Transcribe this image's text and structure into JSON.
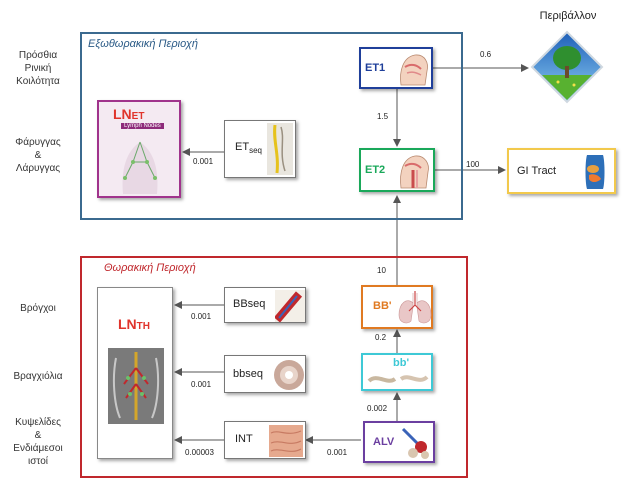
{
  "environment": {
    "label": "Περιβάλλον"
  },
  "left_labels": {
    "nasal": [
      "Πρόσθια",
      "Ρινική",
      "Κοιλότητα"
    ],
    "pharynx": [
      "Φάρυγγας",
      "&",
      "Λάρυγγας"
    ],
    "bronchi": [
      "Βρόγχοι"
    ],
    "bronchioles": [
      "Βραγχιόλια"
    ],
    "alveoli": [
      "Κυψελίδες",
      "&",
      "Ενδιάμεσοι",
      "ιστοί"
    ]
  },
  "regions": {
    "extrathoracic": {
      "title": "Εξωθωρακική Περιοχή",
      "color": "#3b6a8f"
    },
    "thoracic": {
      "title": "Θωρακική Περιοχή",
      "color": "#c0282d"
    }
  },
  "nodes": {
    "et1": {
      "label": "ET1",
      "color": "#1f3f9a"
    },
    "et2": {
      "label": "ET2",
      "color": "#1aa85a"
    },
    "gi": {
      "label": "GI Tract",
      "color": "#f2c94c"
    },
    "etseq": {
      "label": "ET",
      "sub": "seq"
    },
    "ln_et": {
      "label": "LN",
      "sub": "ET",
      "caption": "Lymph Nodes",
      "color": "#a0338c"
    },
    "bb_prime": {
      "label": "BB'",
      "color": "#e07a22"
    },
    "bbseq": {
      "label": "BBseq"
    },
    "bb_small": {
      "label": "bb'",
      "color": "#3ec9d6"
    },
    "bbseq_small": {
      "label": "bbseq"
    },
    "alv": {
      "label": "ALV",
      "color": "#6b3fa0"
    },
    "int": {
      "label": "INT"
    },
    "ln_th": {
      "label": "LN",
      "sub": "TH",
      "color": "#e0342c"
    }
  },
  "edges": {
    "et1_env": "0.6",
    "et1_et2": "1.5",
    "et2_gi": "100",
    "etseq_lnet": "0.001",
    "bbprime_et2": "10",
    "bbsmall_bbprime": "0.2",
    "alv_bbsmall": "0.002",
    "alv_int": "0.001",
    "int_lnth": "0.00003",
    "bbseq_lnth": "0.001",
    "bbseqsmall_lnth": "0.001"
  }
}
